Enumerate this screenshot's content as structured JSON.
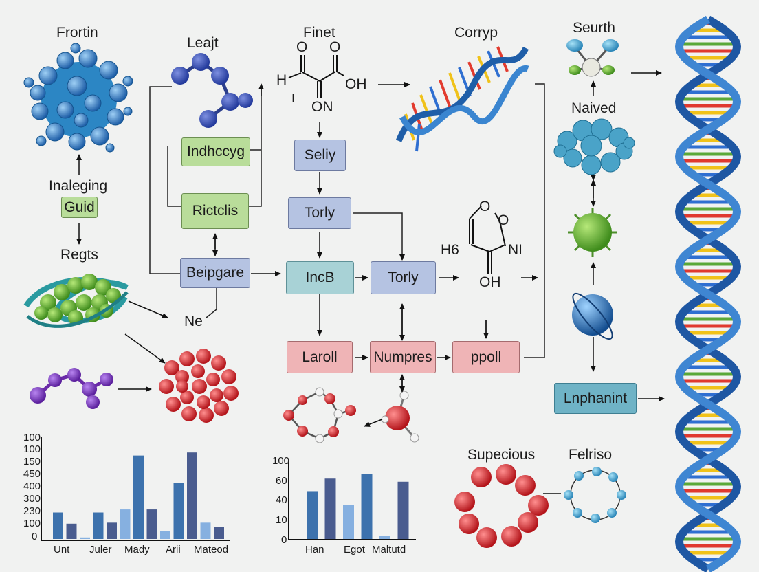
{
  "molecule_labels": {
    "frortin": "Frortin",
    "leajt": "Leajt",
    "finet": "Finet",
    "corryp": "Corryp",
    "seurth": "Seurth",
    "naived": "Naived",
    "inaleging": "Inaleging",
    "regts": "Regts",
    "supecious": "Supecious",
    "felriso": "Felriso",
    "ne": "Ne"
  },
  "chem_text": {
    "o1": "O",
    "o2": "O",
    "h": "H",
    "oh": "OH",
    "i": "I",
    "on": "ON",
    "ring_o1": "O",
    "ring_o2": "O",
    "h6": "H6",
    "ni": "NI",
    "ring_oh": "OH"
  },
  "boxes": {
    "guid": "Guid",
    "indhccyg": "Indhccyg",
    "rictclis": "Rictclis",
    "beipgare": "Beipgare",
    "seliy": "Seliy",
    "torly1": "Torly",
    "incb": "IncB",
    "torly2": "Torly",
    "laroll": "Laroll",
    "numpres": "Numpres",
    "ppoll": "ppoll",
    "lnphanint": "Lnphanint"
  },
  "chart_data": [
    {
      "type": "bar",
      "yticks": [
        "100",
        "100",
        "150",
        "450",
        "400",
        "300",
        "230",
        "100",
        "0"
      ],
      "categories": [
        "Unt",
        "Juler",
        "Mady",
        "Arii",
        "Mateod"
      ],
      "values": [
        26,
        15,
        1.5,
        26,
        16,
        29,
        82,
        29,
        7.5,
        55,
        85,
        16,
        11.5
      ],
      "bar_colors": [
        "#3d72ad",
        "#4a5c8f",
        "#86b0e0",
        "#3d72ad",
        "#4a5c8f",
        "#86b0e0",
        "#3d72ad",
        "#4a5c8f",
        "#86b0e0",
        "#3d72ad",
        "#4a5c8f",
        "#86b0e0",
        "#4a5c8f"
      ],
      "ylim": [
        0,
        100
      ]
    },
    {
      "type": "bar",
      "yticks": [
        "100",
        "60",
        "40",
        "10",
        "0"
      ],
      "categories": [
        "Han",
        "Egot",
        "Maltutd"
      ],
      "values": [
        61,
        77,
        43,
        83,
        4,
        73
      ],
      "bar_colors": [
        "#3d72ad",
        "#4a5c8f",
        "#86b0e0",
        "#3d72ad",
        "#86b0e0",
        "#4a5c8f"
      ],
      "ylim": [
        0,
        100
      ]
    }
  ]
}
